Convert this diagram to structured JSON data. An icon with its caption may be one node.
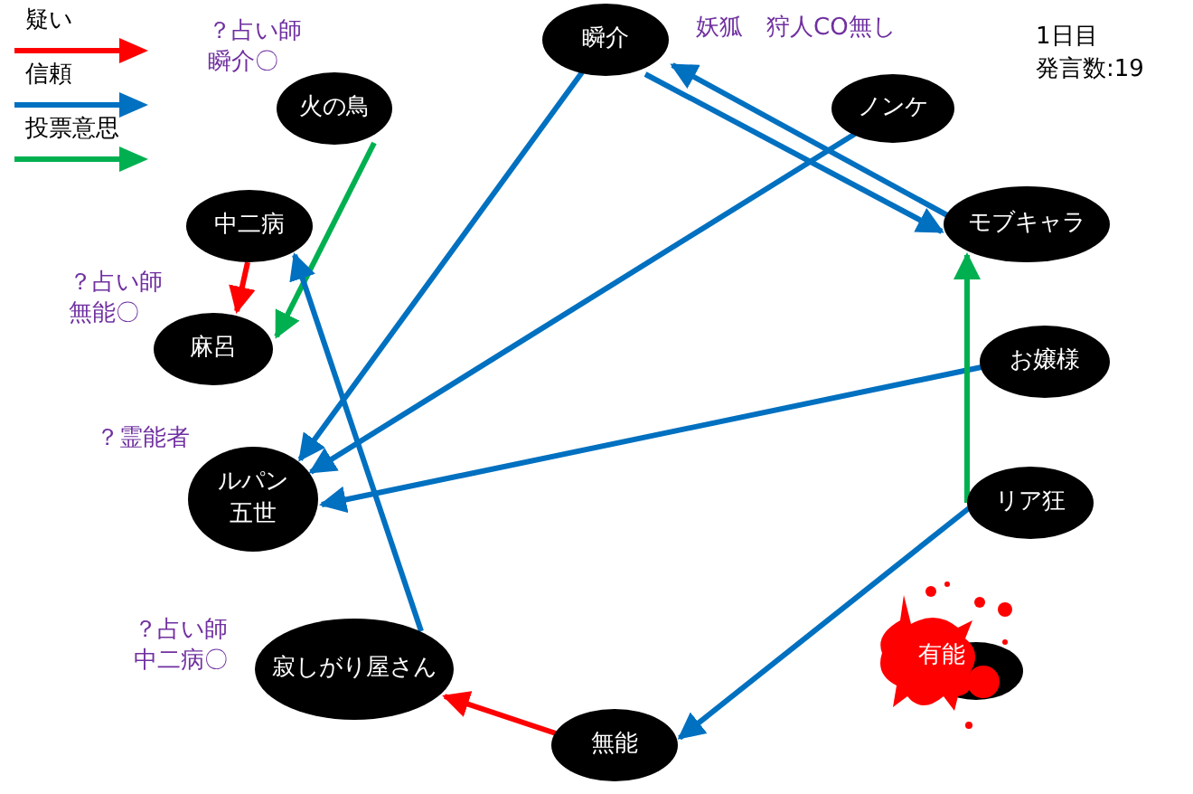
{
  "diagram": {
    "nodes": [
      {
        "text": [
          "瞬介"
        ],
        "beside": [
          "妖狐　狩人CO無し"
        ]
      },
      {
        "text": [
          "火の鳥"
        ],
        "beside": [
          "？占い師瞬介〇"
        ]
      },
      {
        "text": [
          "ノンケ"
        ]
      },
      {
        "text": [
          "中二病"
        ]
      },
      {
        "text": [
          "モブキャラ"
        ]
      },
      {
        "text": [
          "麻呂"
        ],
        "beside": [
          "？占い師無能〇"
        ]
      },
      {
        "text": [
          "お嬢様"
        ]
      },
      {
        "text": [
          "ルパン五世"
        ],
        "beside": [
          "？霊能者"
        ]
      },
      {
        "text": [
          "リア狂"
        ]
      },
      {
        "text": [
          "寂しがり屋さん"
        ],
        "beside": [
          "？占い師中二病〇"
        ]
      },
      {
        "text": [
          "無能"
        ]
      },
      {
        "text": [
          "有能"
        ]
      }
    ],
    "edges": [
      {
        "from": 1,
        "to": 5,
        "arrow": "to",
        "color": "#00b050"
      },
      {
        "from": 3,
        "to": 5,
        "arrow": "to",
        "color": "#ff0000"
      },
      {
        "from": 9,
        "to": 3,
        "arrow": "to"
      },
      {
        "from": 0,
        "to": 7,
        "arrow": "to"
      },
      {
        "from": 2,
        "to": 7,
        "arrow": "to"
      },
      {
        "from": 6,
        "to": 7,
        "arrow": "to"
      },
      {
        "from": 0,
        "to": 4,
        "arrow": "to"
      },
      {
        "from": 4,
        "to": 0,
        "arrow": "to"
      },
      {
        "from": 8,
        "to": 4,
        "arrow": "to",
        "color": "#00b050"
      },
      {
        "from": 8,
        "to": 10,
        "arrow": "to"
      },
      {
        "from": 10,
        "to": 9,
        "arrow": "to",
        "color": "#ff0000"
      }
    ],
    "labels": [
      "1日目",
      "発言数:19"
    ],
    "legend": [
      {
        "text": "疑い",
        "color": "#ff0000"
      },
      {
        "text": "信頼",
        "color": "#0070c0"
      },
      {
        "text": "投票意思",
        "color": "#00b050"
      }
    ]
  }
}
